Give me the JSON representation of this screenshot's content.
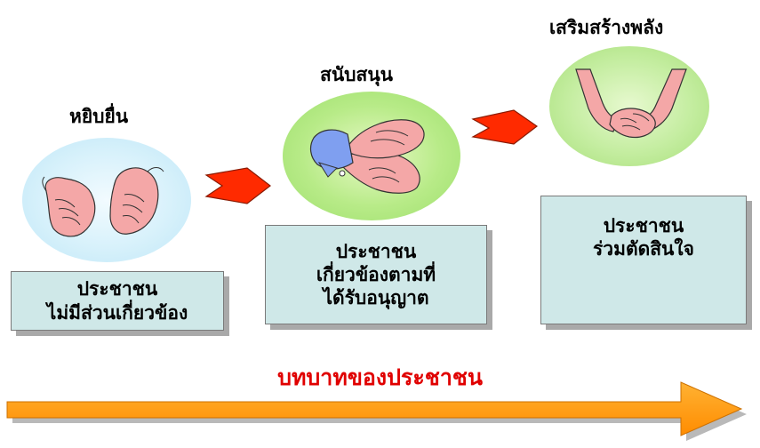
{
  "stages": [
    {
      "title": "หยิบยื่น",
      "box_lines": [
        "ประชาชน",
        "ไม่มีส่วนเกี่ยวข้อง"
      ]
    },
    {
      "title": "สนับสนุน",
      "box_lines": [
        "ประชาชน",
        "เกี่ยวข้องตามที่",
        "ได้รับอนุญาต"
      ]
    },
    {
      "title": "เสริมสร้างพลัง",
      "box_lines": [
        "ประชาชน",
        "ร่วมตัดสินใจ"
      ]
    }
  ],
  "role_label": "บทบาทของประชาชน",
  "icons": {
    "stage1": "open-hands-icon",
    "stage2": "holding-hands-icon",
    "stage3": "handshake-icon",
    "step_arrow": "red-chevron-arrow-icon",
    "progress_arrow": "orange-progress-arrow-icon"
  },
  "colors": {
    "stage_box": "#cfe8e8",
    "step_arrow": "#ff2a00",
    "role_label": "#e00000",
    "progress_arrow": "#ff9900"
  }
}
